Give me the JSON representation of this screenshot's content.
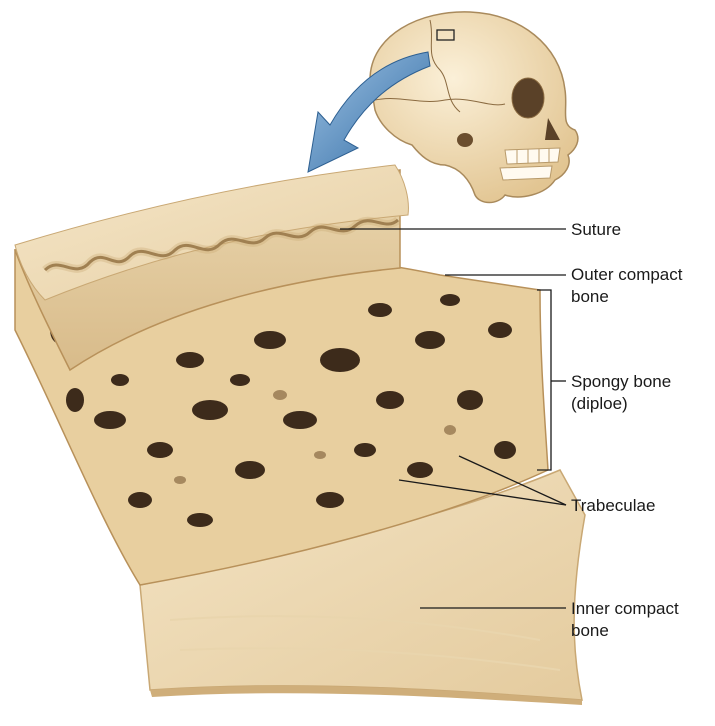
{
  "labels": {
    "suture": "Suture",
    "outer_compact_line1": "Outer compact",
    "outer_compact_line2": "bone",
    "spongy_line1": "Spongy bone",
    "spongy_line2": "(diploe)",
    "trabeculae": "Trabeculae",
    "inner_compact_line1": "Inner compact",
    "inner_compact_line2": "bone"
  },
  "colors": {
    "bone_light": "#f1dfbd",
    "bone_mid": "#e2c79a",
    "bone_edge": "#c9a874",
    "cavity_dark": "#3b2a1a",
    "arrow_blue": "#3f7fb8",
    "leader_line": "#1a1a1a"
  },
  "icons": {
    "skull": "skull-illustration",
    "arrow": "curved-arrow"
  }
}
